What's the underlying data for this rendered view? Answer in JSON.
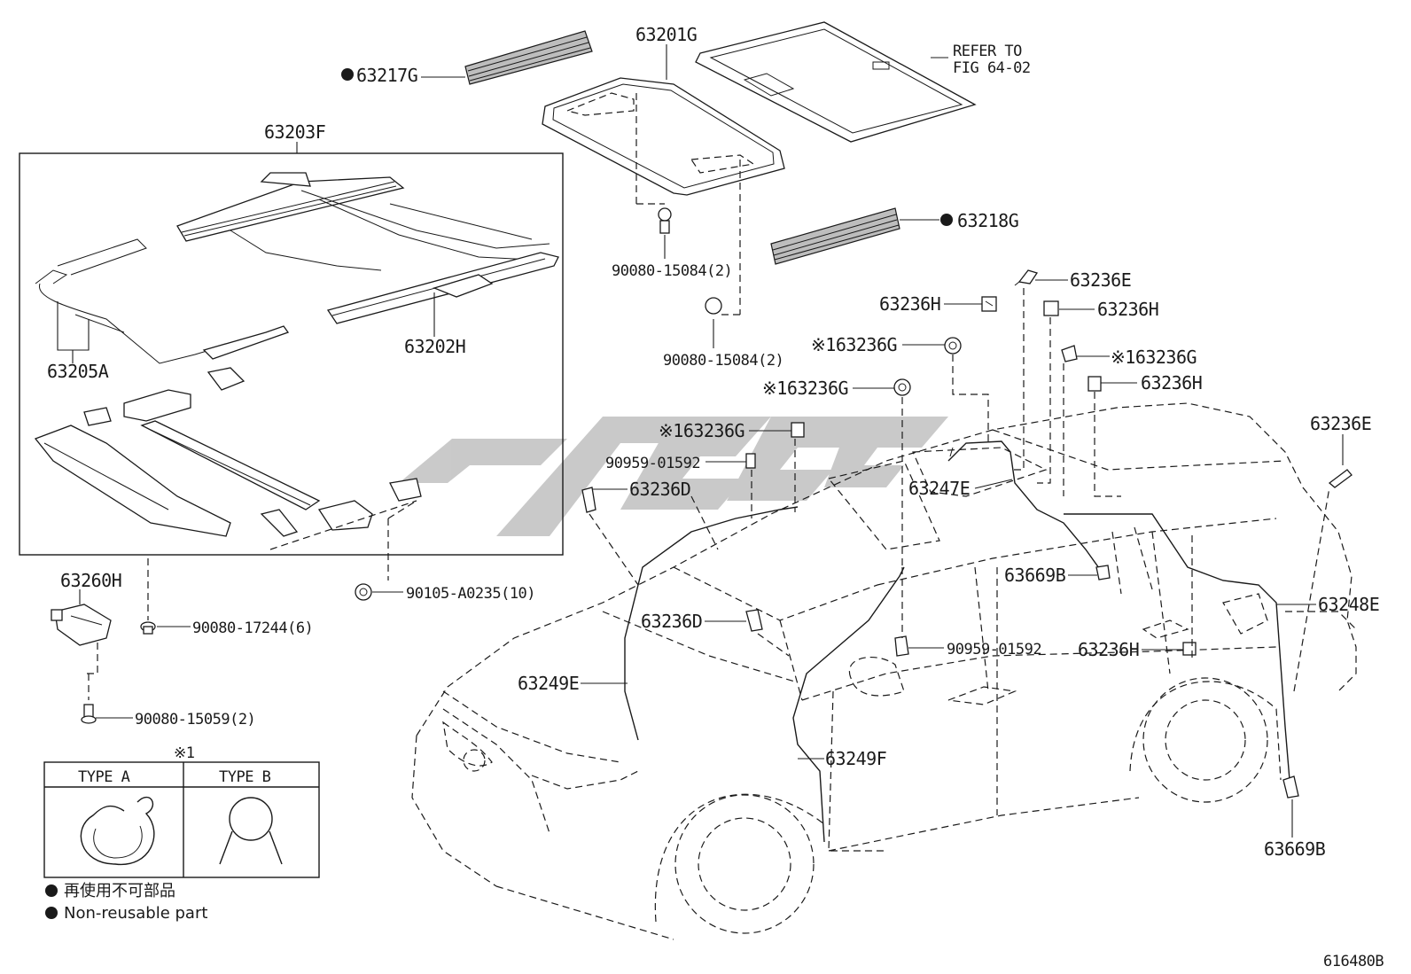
{
  "labels": {
    "p63201G": "63201G",
    "p63217G": "63217G",
    "refer": "REFER TO",
    "refer_fig": "FIG 64-02",
    "p63203F": "63203F",
    "p63218G": "63218G",
    "p63205A": "63205A",
    "p63202H": "63202H",
    "p90080_15084_a": "90080-15084(2)",
    "p90080_15084_b": "90080-15084(2)",
    "p63236E_top": "63236E",
    "p63236H_1": "63236H",
    "p63236H_2": "63236H",
    "p63236G_1": "63236G",
    "p63236G_2": "63236G",
    "p63236G_3": "63236G",
    "p63236G_4": "63236G",
    "p63236H_3": "63236H",
    "p63236E_right": "63236E",
    "p90959_01592_a": "90959-01592",
    "p63236D_1": "63236D",
    "p63247E": "63247E",
    "p63260H": "63260H",
    "p90105": "90105-A0235(10)",
    "p63669B_1": "63669B",
    "p63236D_2": "63236D",
    "p63248E": "63248E",
    "p90080_17244": "90080-17244(6)",
    "p90959_01592_b": "90959-01592",
    "p63236H_4": "63236H",
    "p63249E": "63249E",
    "p90080_15059": "90080-15059(2)",
    "p63249F": "63249F",
    "p63669B_2": "63669B",
    "note_mark": "※1",
    "ref_mark": "※1",
    "type_a": "TYPE  A",
    "type_b": "TYPE  B",
    "legend_jp": "再使用不可部品",
    "legend_en": "Non-reusable part",
    "figure_id": "616480B"
  },
  "colors": {
    "line": "#1a1a1a",
    "watermark": "#c4c4c4",
    "background": "#ffffff"
  },
  "icons": {
    "bullet": "filled-circle-non-reusable-icon"
  }
}
